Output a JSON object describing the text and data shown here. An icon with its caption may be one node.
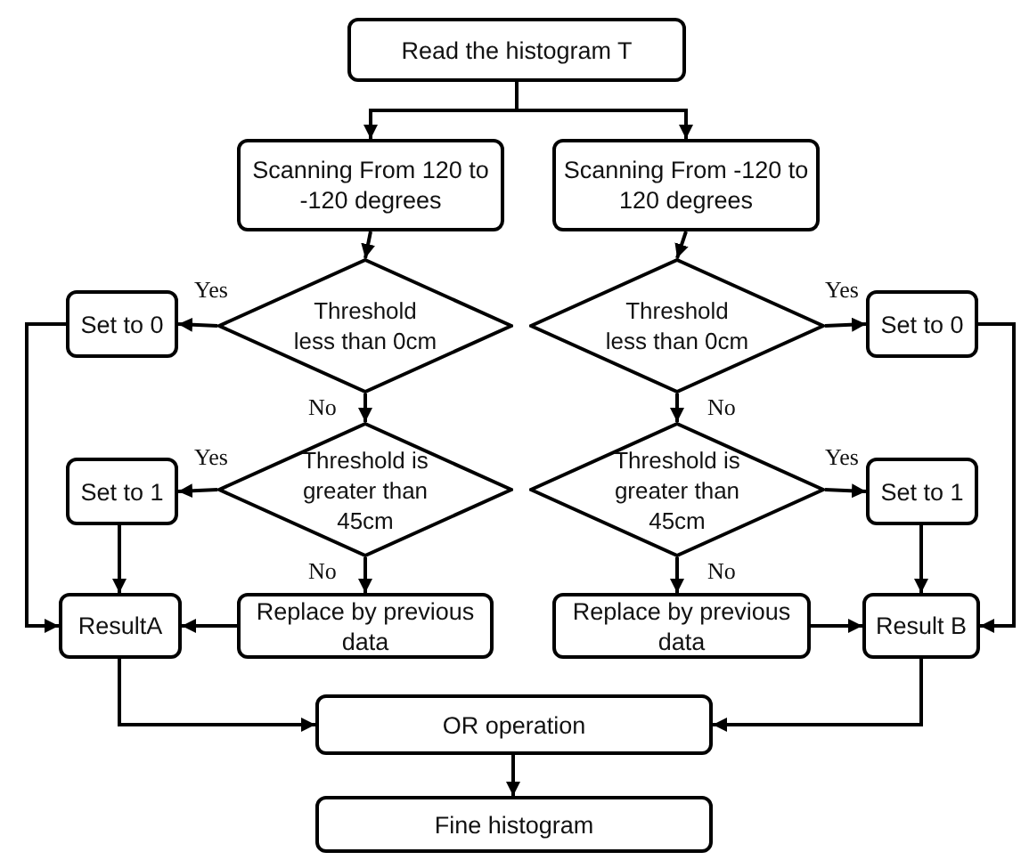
{
  "diagram": {
    "nodes": [
      {
        "text": [
          "Read the histogram T"
        ]
      },
      {
        "text": [
          "Scanning From 120 to -120 degrees"
        ]
      },
      {
        "text": [
          "Scanning From -120 to 120 degrees"
        ]
      },
      {
        "text": [
          "Set to 0"
        ]
      },
      {
        "text": [
          "Threshold less than 0cm"
        ]
      },
      {
        "text": [
          "Threshold less than 0cm"
        ]
      },
      {
        "text": [
          "Set to 0"
        ]
      },
      {
        "text": [
          "Set to 1"
        ]
      },
      {
        "text": [
          "Threshold is greater than 45cm"
        ]
      },
      {
        "text": [
          "Threshold is greater than 45cm"
        ]
      },
      {
        "text": [
          "Set to 1"
        ]
      },
      {
        "text": [
          "ResultA"
        ]
      },
      {
        "text": [
          "Replace by previous data"
        ]
      },
      {
        "text": [
          "Replace by previous data"
        ]
      },
      {
        "text": [
          "Result B"
        ]
      },
      {
        "text": [
          "OR operation"
        ]
      },
      {
        "text": [
          "Fine histogram"
        ]
      }
    ],
    "edges": [
      {
        "from": 0,
        "to": 1,
        "arrow": "to"
      },
      {
        "from": 0,
        "to": 2,
        "arrow": "to"
      },
      {
        "from": 1,
        "to": 4,
        "arrow": "to"
      },
      {
        "from": 2,
        "to": 5,
        "arrow": "to"
      },
      {
        "from": 4,
        "to": 3,
        "arrow": "to",
        "label": "Yes"
      },
      {
        "from": 4,
        "to": 8,
        "arrow": "to",
        "label": "No"
      },
      {
        "from": 5,
        "to": 6,
        "arrow": "to",
        "label": "Yes"
      },
      {
        "from": 5,
        "to": 9,
        "arrow": "to",
        "label": "No"
      },
      {
        "from": 8,
        "to": 7,
        "arrow": "to",
        "label": "Yes"
      },
      {
        "from": 8,
        "to": 12,
        "arrow": "to",
        "label": "No"
      },
      {
        "from": 9,
        "to": 10,
        "arrow": "to",
        "label": "Yes"
      },
      {
        "from": 9,
        "to": 13,
        "arrow": "to",
        "label": "No"
      },
      {
        "from": 3,
        "to": 11,
        "arrow": "to"
      },
      {
        "from": 7,
        "to": 11,
        "arrow": "to"
      },
      {
        "from": 12,
        "to": 11,
        "arrow": "to"
      },
      {
        "from": 6,
        "to": 14,
        "arrow": "to"
      },
      {
        "from": 10,
        "to": 14,
        "arrow": "to"
      },
      {
        "from": 13,
        "to": 14,
        "arrow": "to"
      },
      {
        "from": 11,
        "to": 15,
        "arrow": "to"
      },
      {
        "from": 14,
        "to": 15,
        "arrow": "to"
      },
      {
        "from": 15,
        "to": 16,
        "arrow": "to"
      }
    ]
  }
}
